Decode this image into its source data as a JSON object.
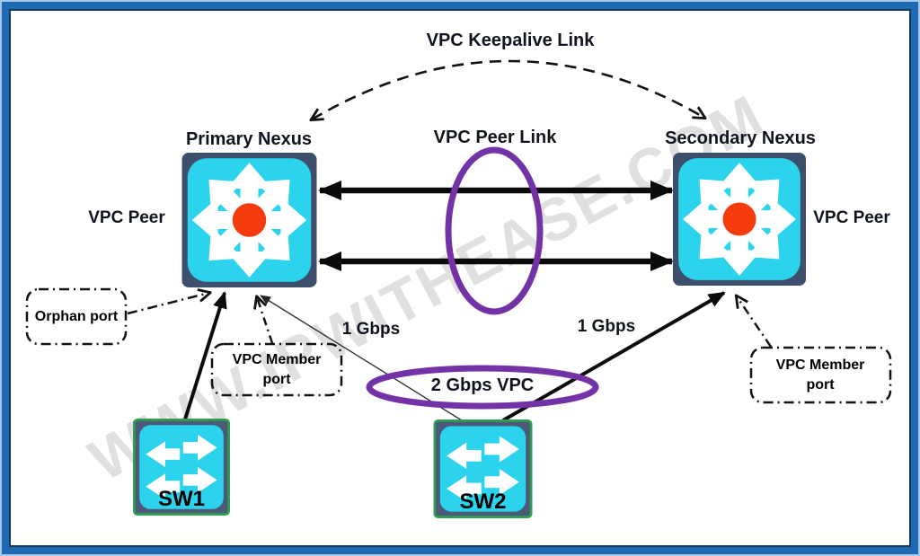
{
  "diagram": {
    "titles": {
      "keepalive": "VPC Keepalive Link",
      "peer_link": "VPC Peer Link"
    },
    "nodes": {
      "primary_nexus": "Primary Nexus",
      "secondary_nexus": "Secondary Nexus",
      "sw1": "SW1",
      "sw2": "SW2"
    },
    "labels": {
      "vpc_peer_left": "VPC Peer",
      "vpc_peer_right": "VPC Peer",
      "orphan_port": "Orphan port",
      "vpc_member_port_left": "VPC Member port",
      "vpc_member_port_right": "VPC Member port",
      "link_1gbps_left": "1 Gbps",
      "link_1gbps_right": "1 Gbps",
      "vpc_2gbps": "2 Gbps VPC"
    },
    "watermark": "WWW.IPWITHEASE.COM",
    "colors": {
      "switch_fill": "#2bd4ec",
      "switch_hub": "#f53a0c",
      "purple_accent": "#7333a6",
      "frame_blue": "#1d6ab3",
      "frame_dark": "#123a61",
      "text_dark": "#10141f",
      "sw_border": "#2f9e50",
      "watermark_gray": "#d6d6d6"
    }
  }
}
